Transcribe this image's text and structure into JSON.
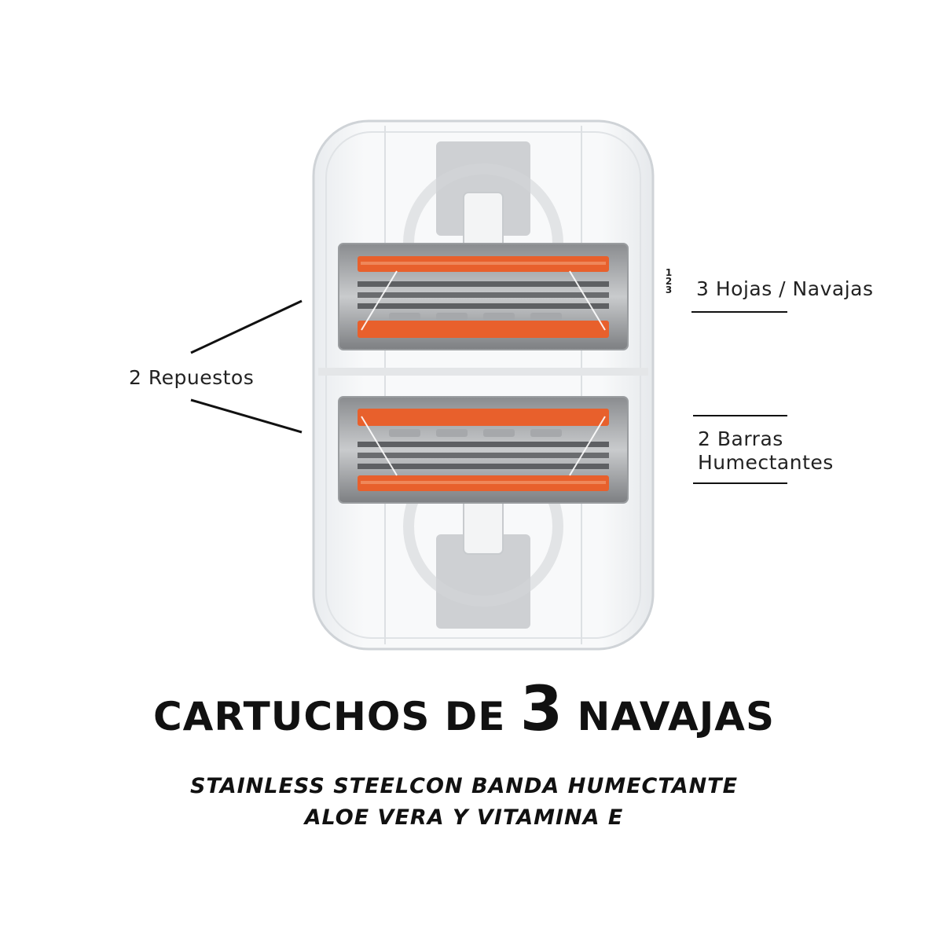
{
  "callouts": {
    "refills": "2 Repuestos",
    "blades": "3 Hojas / Navajas",
    "blade_numbers": [
      "1",
      "2",
      "3"
    ],
    "bars_line1": "2 Barras",
    "bars_line2": "Humectantes"
  },
  "headline": {
    "part1": "CARTUCHOS DE ",
    "number": "3",
    "part2": " NAVAJAS"
  },
  "subheadline": {
    "line1": "STAINLESS STEELCON BANDA HUMECTANTE",
    "line2": "ALOE VERA Y VITAMINA E"
  },
  "colors": {
    "accent_orange": "#e8602c",
    "blade_gray": "#6e6e6e",
    "housing_gray": "#b9bcbf"
  },
  "icons": [
    "razor-cartridge-pack-image"
  ]
}
